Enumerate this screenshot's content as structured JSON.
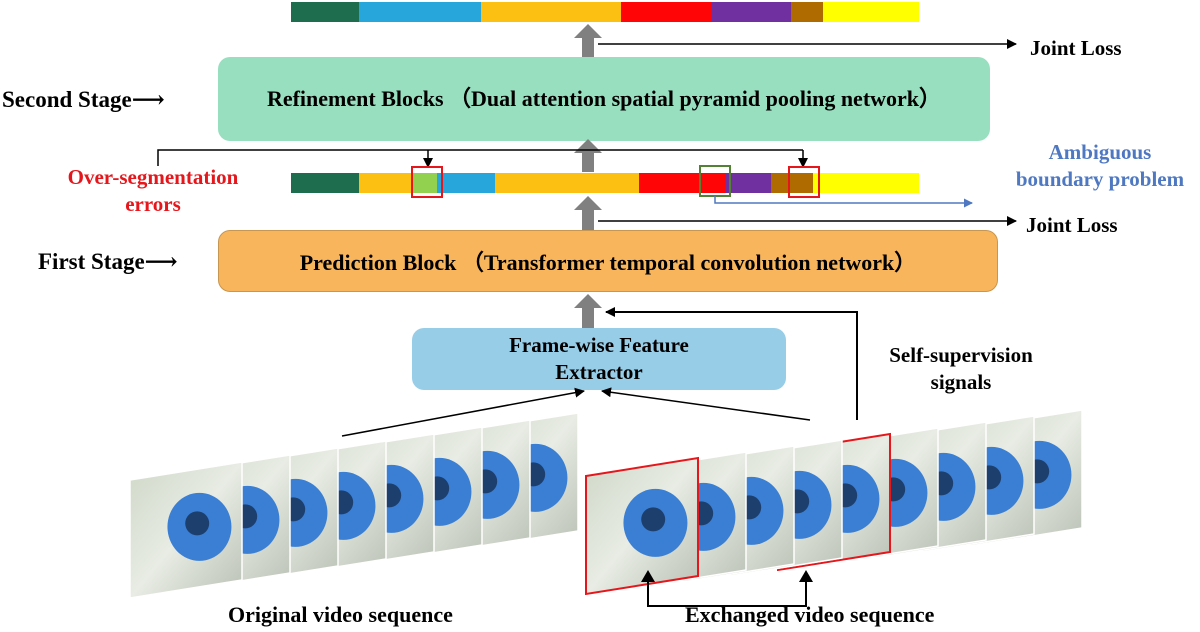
{
  "stages": {
    "second": "Second Stage⟶",
    "first": "First Stage⟶"
  },
  "blocks": {
    "refinement": "Refinement Blocks （Dual attention spatial pyramid pooling network）",
    "prediction": "Prediction Block （Transformer temporal convolution network）",
    "feature_line1": "Frame-wise Feature",
    "feature_line2": "Extractor"
  },
  "losses": {
    "top": "Joint Loss",
    "bottom": "Joint Loss"
  },
  "annotations": {
    "over_seg_line1": "Over-segmentation",
    "over_seg_line2": "errors",
    "ambiguous_line1": "Ambiguous",
    "ambiguous_line2": "boundary problem",
    "self_sup_line1": "Self-supervision",
    "self_sup_line2": "signals"
  },
  "captions": {
    "original": "Original video sequence",
    "exchanged": "Exchanged video sequence"
  },
  "colors": {
    "dark_green": "#1f6d4f",
    "blue": "#27a6dc",
    "orange": "#fbc012",
    "red": "#ff0505",
    "purple": "#7030a0",
    "brown": "#b06b00",
    "yellow": "#ffff00",
    "light_green": "#92d050",
    "arrow_gray": "#808080",
    "error_red": "#e5171c",
    "boundary_green": "#548235",
    "ambiguous_blue": "#4e78c1"
  },
  "top_bar": [
    {
      "color": "#1f6d4f",
      "w": 68
    },
    {
      "color": "#27a6dc",
      "w": 122
    },
    {
      "color": "#fbc012",
      "w": 140
    },
    {
      "color": "#ff0505",
      "w": 90
    },
    {
      "color": "#7030a0",
      "w": 80
    },
    {
      "color": "#b06b00",
      "w": 32
    },
    {
      "color": "#ffff00",
      "w": 96
    }
  ],
  "mid_bar": [
    {
      "color": "#1f6d4f",
      "w": 68
    },
    {
      "color": "#fbc012",
      "w": 52
    },
    {
      "color": "#92d050",
      "w": 26
    },
    {
      "color": "#27a6dc",
      "w": 58
    },
    {
      "color": "#fbc012",
      "w": 144
    },
    {
      "color": "#ff0505",
      "w": 86
    },
    {
      "color": "#7030a0",
      "w": 46
    },
    {
      "color": "#b06b00",
      "w": 42
    },
    {
      "color": "#ffff00",
      "w": 106
    }
  ]
}
